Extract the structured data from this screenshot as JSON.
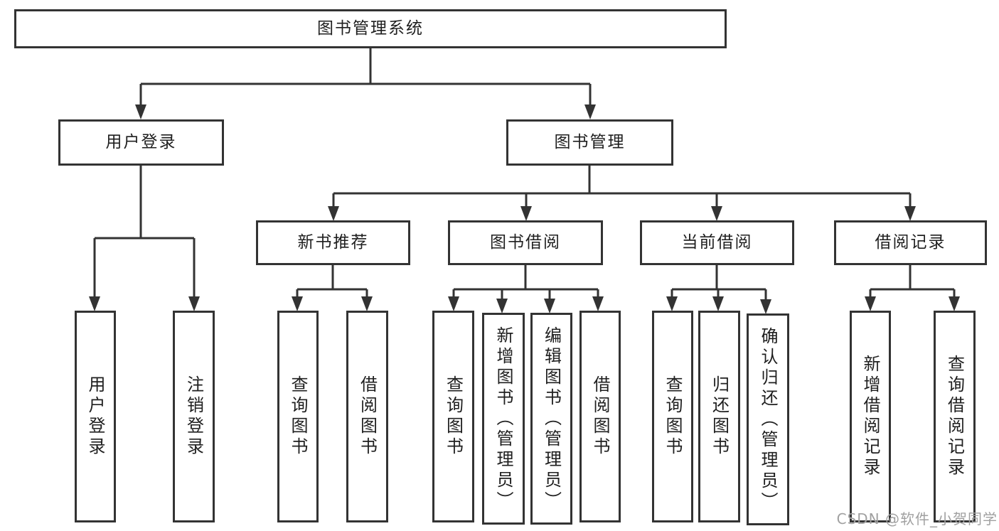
{
  "diagram": {
    "root": {
      "label": "图书管理系统"
    },
    "branches": [
      {
        "label": "用户登录",
        "children": [
          "用户登录",
          "注销登录"
        ]
      },
      {
        "label": "图书管理",
        "children": [
          {
            "label": "新书推荐",
            "children": [
              "查询图书",
              "借阅图书"
            ]
          },
          {
            "label": "图书借阅",
            "children": [
              "查询图书",
              "新增图书（管理员）",
              "编辑图书（管理员）",
              "借阅图书"
            ]
          },
          {
            "label": "当前借阅",
            "children": [
              "查询图书",
              "归还图书",
              "确认归还（管理员）"
            ]
          },
          {
            "label": "借阅记录",
            "children": [
              "新增借阅记录",
              "查询借阅记录"
            ]
          }
        ]
      }
    ]
  },
  "watermark": {
    "text": "CSDN @软件_小贺同学"
  },
  "colors": {
    "line": "#333333",
    "text": "#1f1f1f",
    "watermark": "#a0a0a0",
    "bg": "#ffffff"
  }
}
